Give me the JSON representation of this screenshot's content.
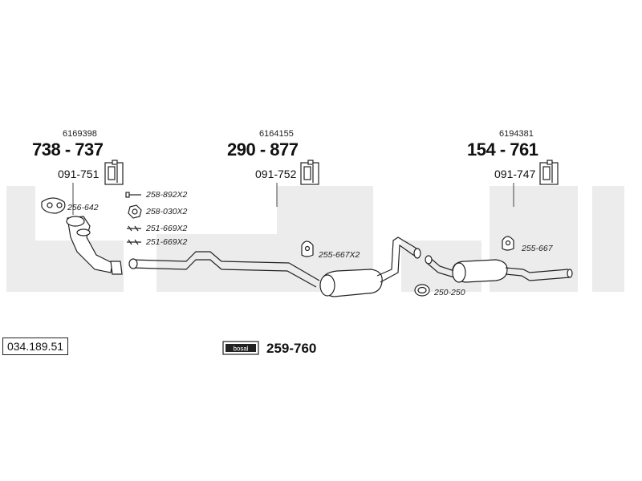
{
  "catalog_number": "034.189.51",
  "logo": {
    "brand": "bosal"
  },
  "kit": {
    "number": "259-760"
  },
  "sections": [
    {
      "oe": "6169398",
      "part": "738 - 737",
      "mount": "091-751"
    },
    {
      "oe": "6164155",
      "part": "290 - 877",
      "mount": "091-752"
    },
    {
      "oe": "6194381",
      "part": "154 - 761",
      "mount": "091-747"
    }
  ],
  "fittings": {
    "gasket": "256-642",
    "bolt": "258-892X2",
    "nut": "258-030X2",
    "clamp_a": "251-669X2",
    "clamp_b": "251-669X2",
    "rubber_mid": "255-667X2",
    "rubber_rear": "255-667",
    "ring": "250-250"
  },
  "colors": {
    "watermark": "#ececec",
    "line": "#222222"
  }
}
